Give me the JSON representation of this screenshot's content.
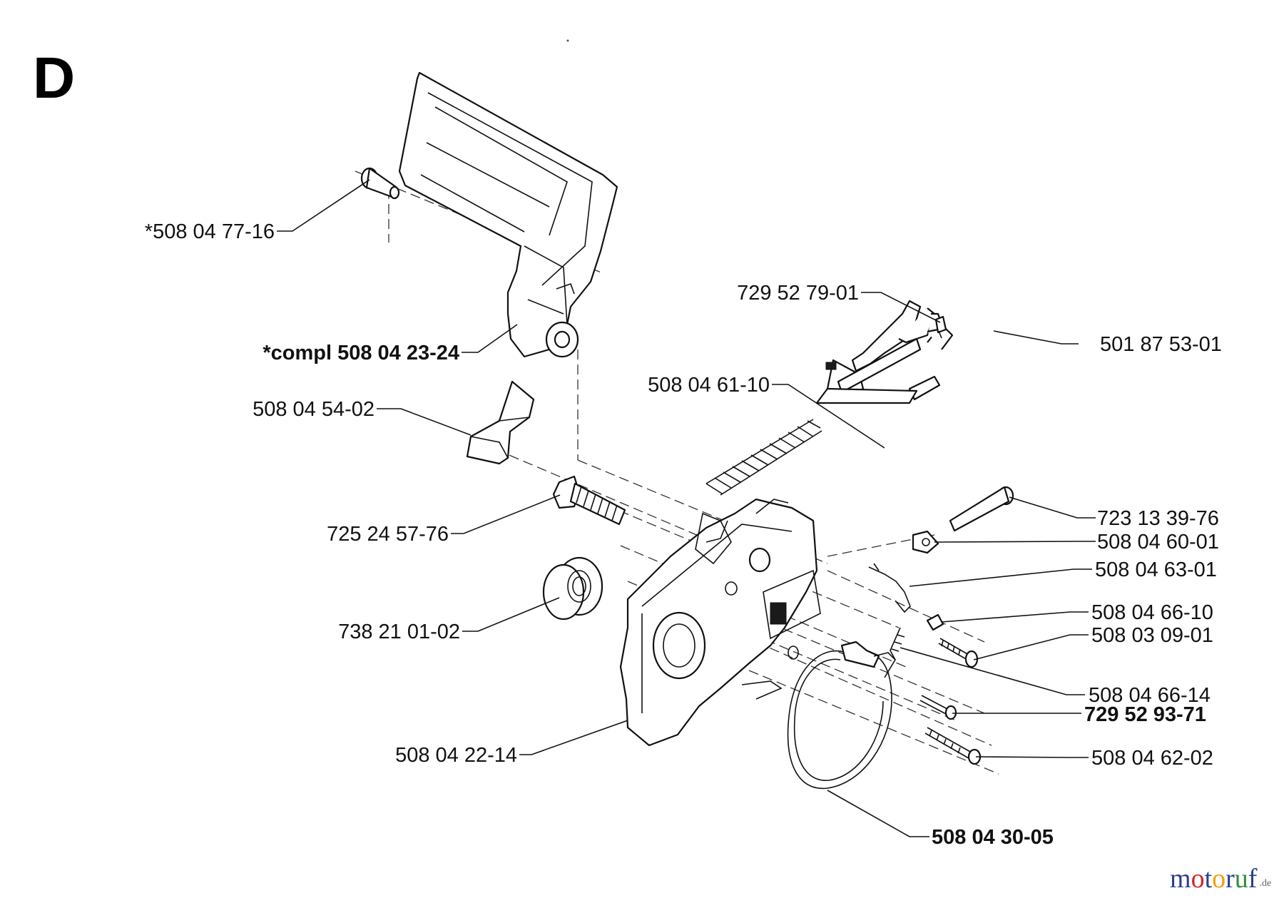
{
  "section_letter": "D",
  "labels": {
    "l1": "*508 04 77-16",
    "l2": "*compl 508 04 23-24",
    "l3": "508 04 54-02",
    "l4": "725 24 57-76",
    "l5": "738 21 01-02",
    "l6": "508 04 22-14",
    "l7": "729 52 79-01",
    "l8": "501 87 53-01",
    "l9": "508 04 61-10",
    "l10": "723 13 39-76",
    "l11": "508 04 60-01",
    "l12": "508 04 63-01",
    "l13": "508 04 66-10",
    "l14": "508 03 09-01",
    "l15": "508 04 66-14",
    "l16": "729 52 93-71",
    "l17": "508 04 62-02",
    "l18": "508 04 30-05"
  },
  "watermark": {
    "text": "motoruf",
    "suffix": ".de",
    "letters": [
      "m",
      "o",
      "t",
      "o",
      "r",
      "u",
      "f"
    ],
    "colors": [
      "#2b3f8f",
      "#d2232a",
      "#2b3f8f",
      "#f2a100",
      "#2b3f8f",
      "#2f8f3a",
      "#2b3f8f"
    ]
  }
}
